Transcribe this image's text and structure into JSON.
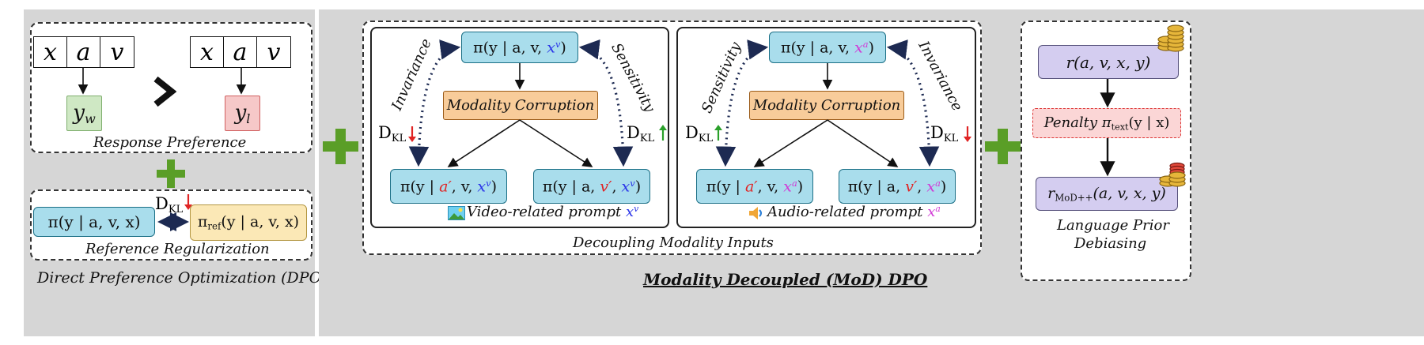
{
  "dpo": {
    "response_pair": {
      "left_cells": [
        "x",
        "a",
        "v"
      ],
      "right_cells": [
        "x",
        "a",
        "v"
      ],
      "preferred": "y",
      "preferred_sub": "w",
      "rejected": "y",
      "rejected_sub": "l"
    },
    "response_preference_label": "Response Preference",
    "kl_label": "D",
    "kl_sub": "KL",
    "policy": "π(y | a, v, x)",
    "reference_policy": "π",
    "reference_policy_sub": "ref",
    "reference_policy_args": "(y | a, v, x)",
    "reference_regularization_label": "Reference Regularization",
    "caption": "Direct Preference Optimization (DPO)"
  },
  "video": {
    "top": {
      "pre": "π(y | a, v, ",
      "var": "x",
      "sup": "v",
      "post": ")"
    },
    "corruption": "Modality Corruption",
    "invariance": "Invariance",
    "sensitivity": "Sensitivity",
    "left_bottom": {
      "p1": "π(y | ",
      "a": "a",
      "prime": "′",
      "p2": ", v, ",
      "var": "x",
      "sup": "v",
      "post": ")"
    },
    "right_bottom": {
      "p1": "π(y | a, ",
      "v": "v",
      "prime": "′",
      "p2": ", ",
      "var": "x",
      "sup": "v",
      "post": ")"
    },
    "prompt_label": "Video-related prompt",
    "prompt_var": "x",
    "prompt_sup": "v"
  },
  "audio": {
    "top": {
      "pre": "π(y | a, v, ",
      "var": "x",
      "sup": "a",
      "post": ")"
    },
    "corruption": "Modality Corruption",
    "invariance": "Invariance",
    "sensitivity": "Sensitivity",
    "left_bottom": {
      "p1": "π(y | ",
      "a": "a",
      "prime": "′",
      "p2": ", v, ",
      "var": "x",
      "sup": "a",
      "post": ")"
    },
    "right_bottom": {
      "p1": "π(y | a, ",
      "v": "v",
      "prime": "′",
      "p2": ", ",
      "var": "x",
      "sup": "a",
      "post": ")"
    },
    "prompt_label": "Audio-related prompt",
    "prompt_var": "x",
    "prompt_sup": "a"
  },
  "decoupling_label": "Decoupling Modality Inputs",
  "main_title": "Modality Decoupled (MoD) DPO",
  "debias": {
    "reward": "r(a, v, x, y)",
    "penalty_pre": "Penalty π",
    "penalty_sub": "text",
    "penalty_post": "(y | x)",
    "mod_reward": "r",
    "mod_reward_sub": "MoD++",
    "mod_reward_args": "(a, v, x, y)",
    "label_line1": "Language Prior",
    "label_line2": "Debiasing"
  },
  "colors": {
    "plus": "#5a9e27",
    "down_arrow": "#e02424",
    "up_arrow": "#2aa02a",
    "panel": "#d6d6d6"
  },
  "icons": [
    "plus-icon",
    "chevron-right-icon",
    "image-icon",
    "audio-icon",
    "coin-stack-icon"
  ]
}
